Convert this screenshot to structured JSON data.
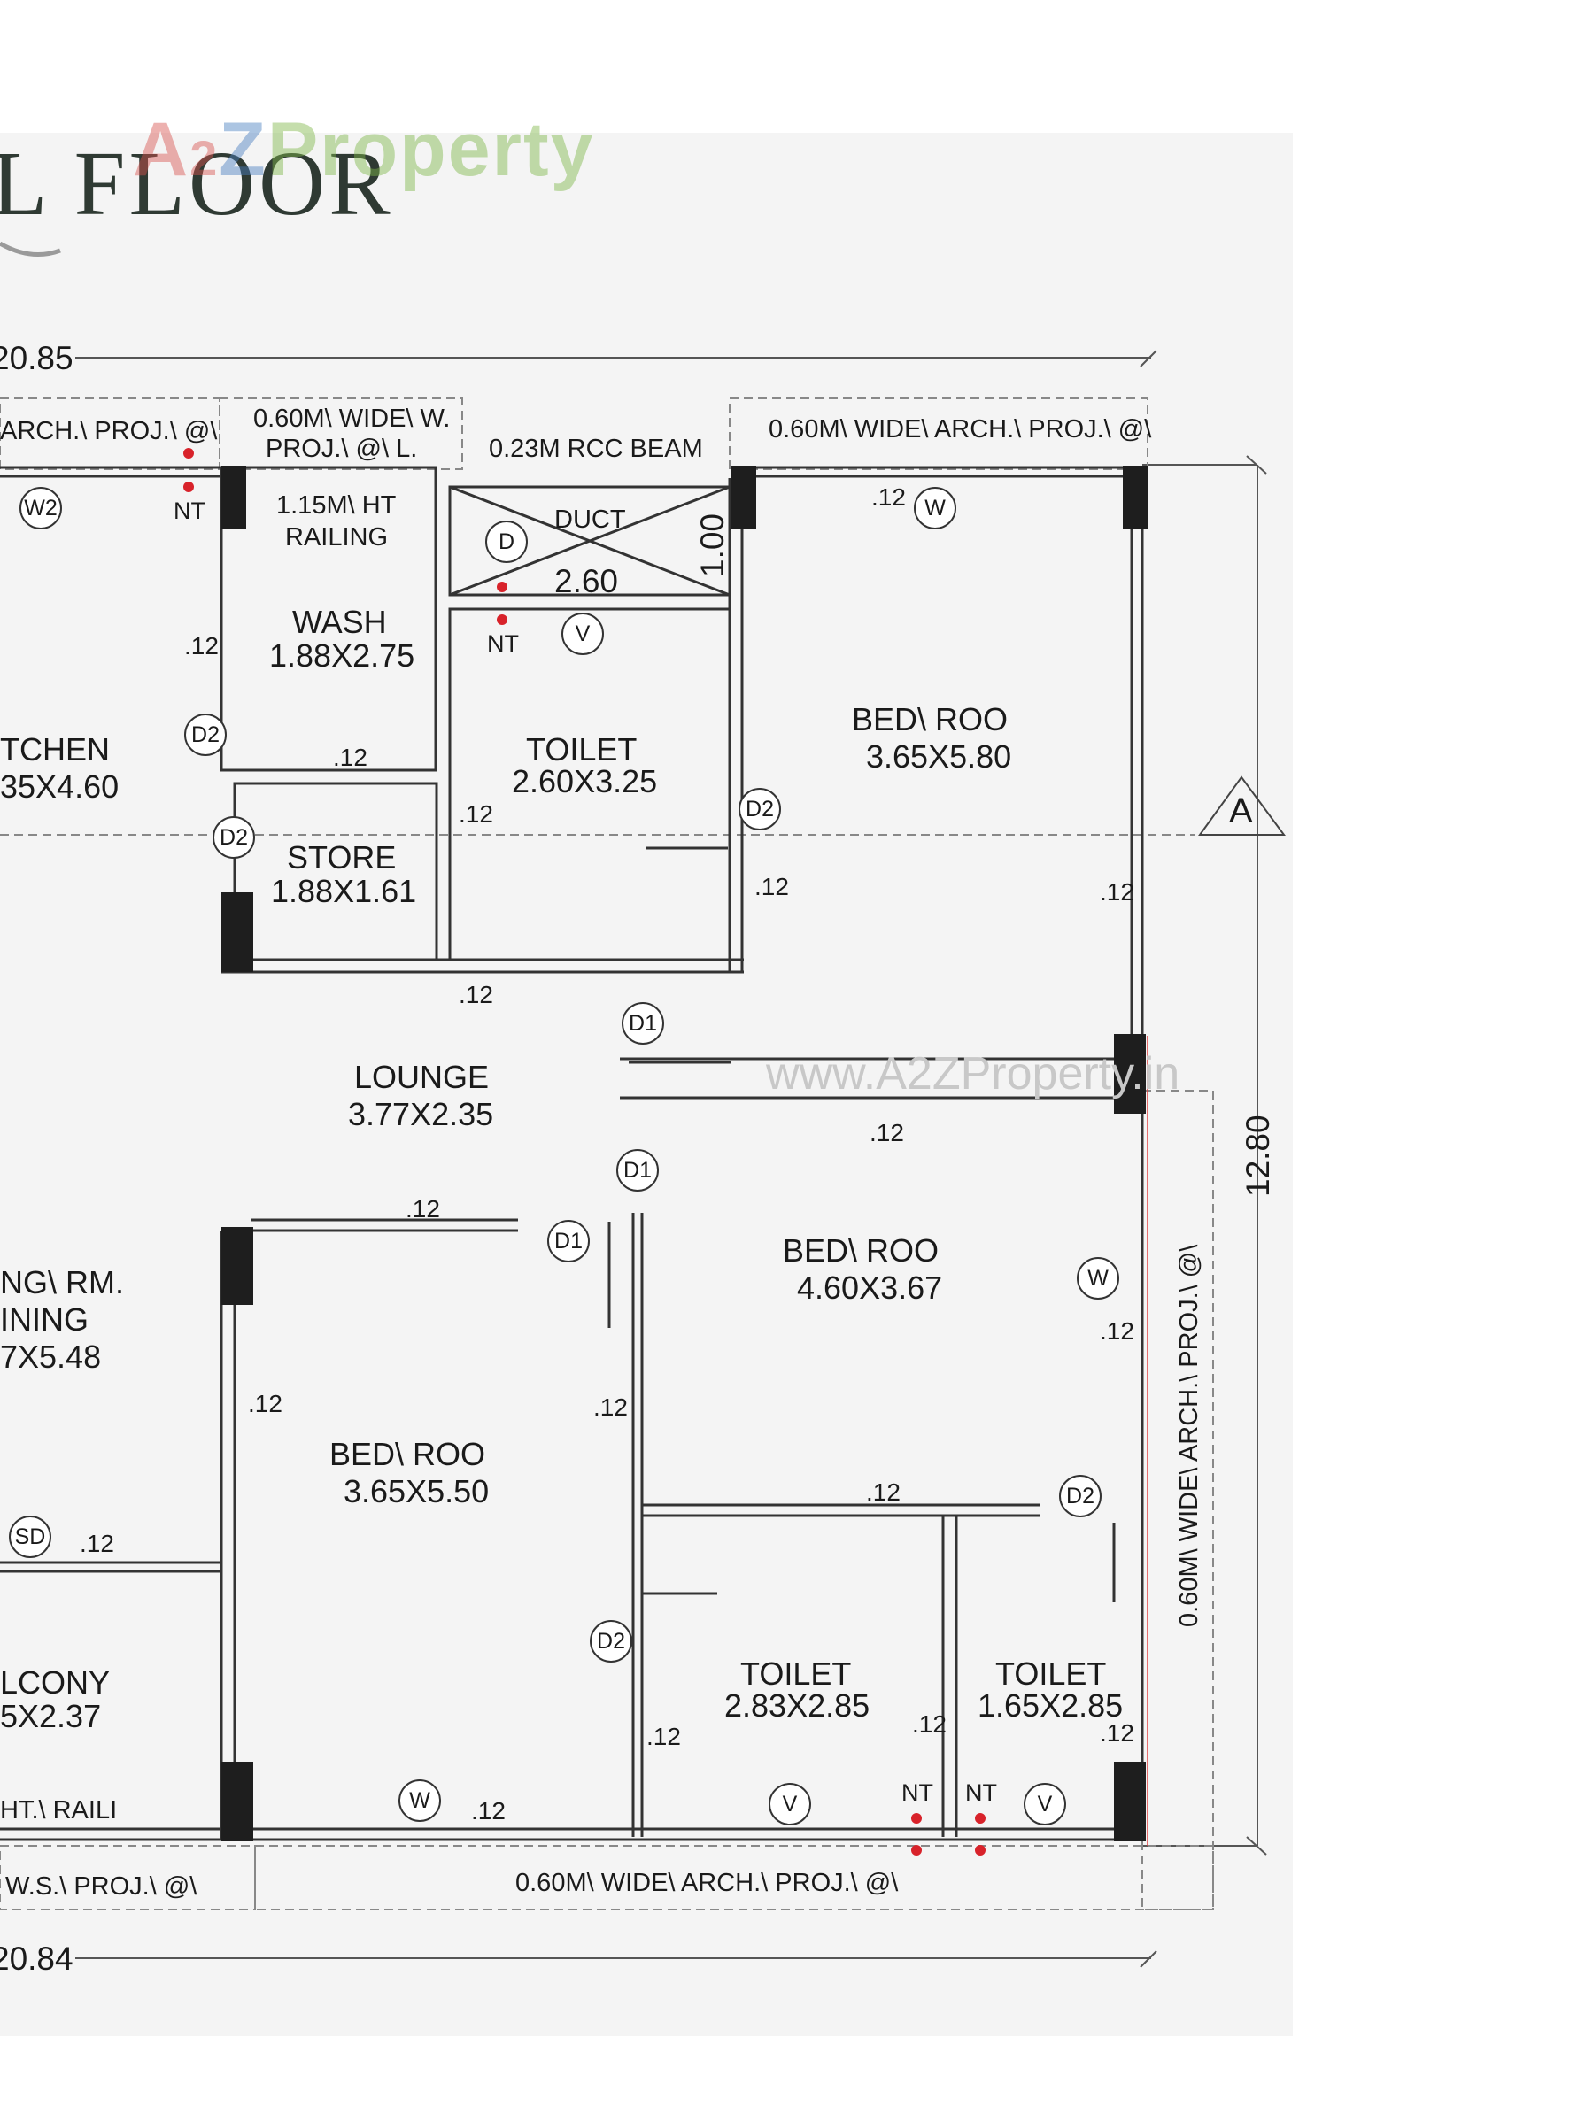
{
  "title": "L FLOOR",
  "logo": {
    "part1": "A",
    "part2": "2",
    "part3": "Z",
    "part4": "Property"
  },
  "watermark": "www.A2ZProperty.in",
  "dimensions": {
    "top_overall": "20.85",
    "bottom_overall": "20.84",
    "right_overall": "12.80",
    "duct_width": "2.60",
    "duct_height": "1.00"
  },
  "section_marker": "A",
  "notes": {
    "top_left_proj": "ARCH.\\ PROJ.\\ @\\",
    "top_mid_proj_line1": "0.60M\\ WIDE\\ W.",
    "top_mid_proj_line2": "PROJ.\\ @\\ L.",
    "beam": "0.23M RCC BEAM",
    "top_right_proj": "0.60M\\ WIDE\\ ARCH.\\ PROJ.\\ @\\",
    "railing_line1": "1.15M\\ HT",
    "railing_line2": "RAILING",
    "duct": "DUCT",
    "right_proj": "0.60M\\ WIDE\\ ARCH.\\ PROJ.\\ @\\",
    "bottom_proj": "0.60M\\ WIDE\\ ARCH.\\ PROJ.\\ @\\",
    "bottom_left_proj": "W.S.\\ PROJ.\\ @\\",
    "balcony_rail": "HT.\\ RAILI"
  },
  "rooms": {
    "kitchen": {
      "name": "TCHEN",
      "size": "35X4.60"
    },
    "wash": {
      "name": "WASH",
      "size": "1.88X2.75"
    },
    "toilet_top": {
      "name": "TOILET",
      "size": "2.60X3.25"
    },
    "bed_top": {
      "name": "BED\\ ROO",
      "size": "3.65X5.80"
    },
    "store": {
      "name": "STORE",
      "size": "1.88X1.61"
    },
    "lounge": {
      "name": "LOUNGE",
      "size": "3.77X2.35"
    },
    "bed_mid": {
      "name": "BED\\ ROO",
      "size": "4.60X3.67"
    },
    "living": {
      "name": "NG\\ RM.",
      "name2": "INING",
      "size": "7X5.48"
    },
    "bed_bottom": {
      "name": "BED\\ ROO",
      "size": "3.65X5.50"
    },
    "toilet_bl": {
      "name": "TOILET",
      "size": "2.83X2.85"
    },
    "toilet_br": {
      "name": "TOILET",
      "size": "1.65X2.85"
    },
    "balcony": {
      "name": "LCONY",
      "size": "5X2.37"
    }
  },
  "tags": {
    "W2": "W2",
    "D": "D",
    "V": "V",
    "W": "W",
    "D1": "D1",
    "D2": "D2",
    "SD": "SD",
    "NT": "NT"
  },
  "wall_thickness": ".12",
  "colors": {
    "logo_red": "#d9534f",
    "logo_blue": "#4a7fc1",
    "logo_green": "#7fb84a",
    "nt_marker": "#d8222a",
    "title": "#2f3a33"
  }
}
